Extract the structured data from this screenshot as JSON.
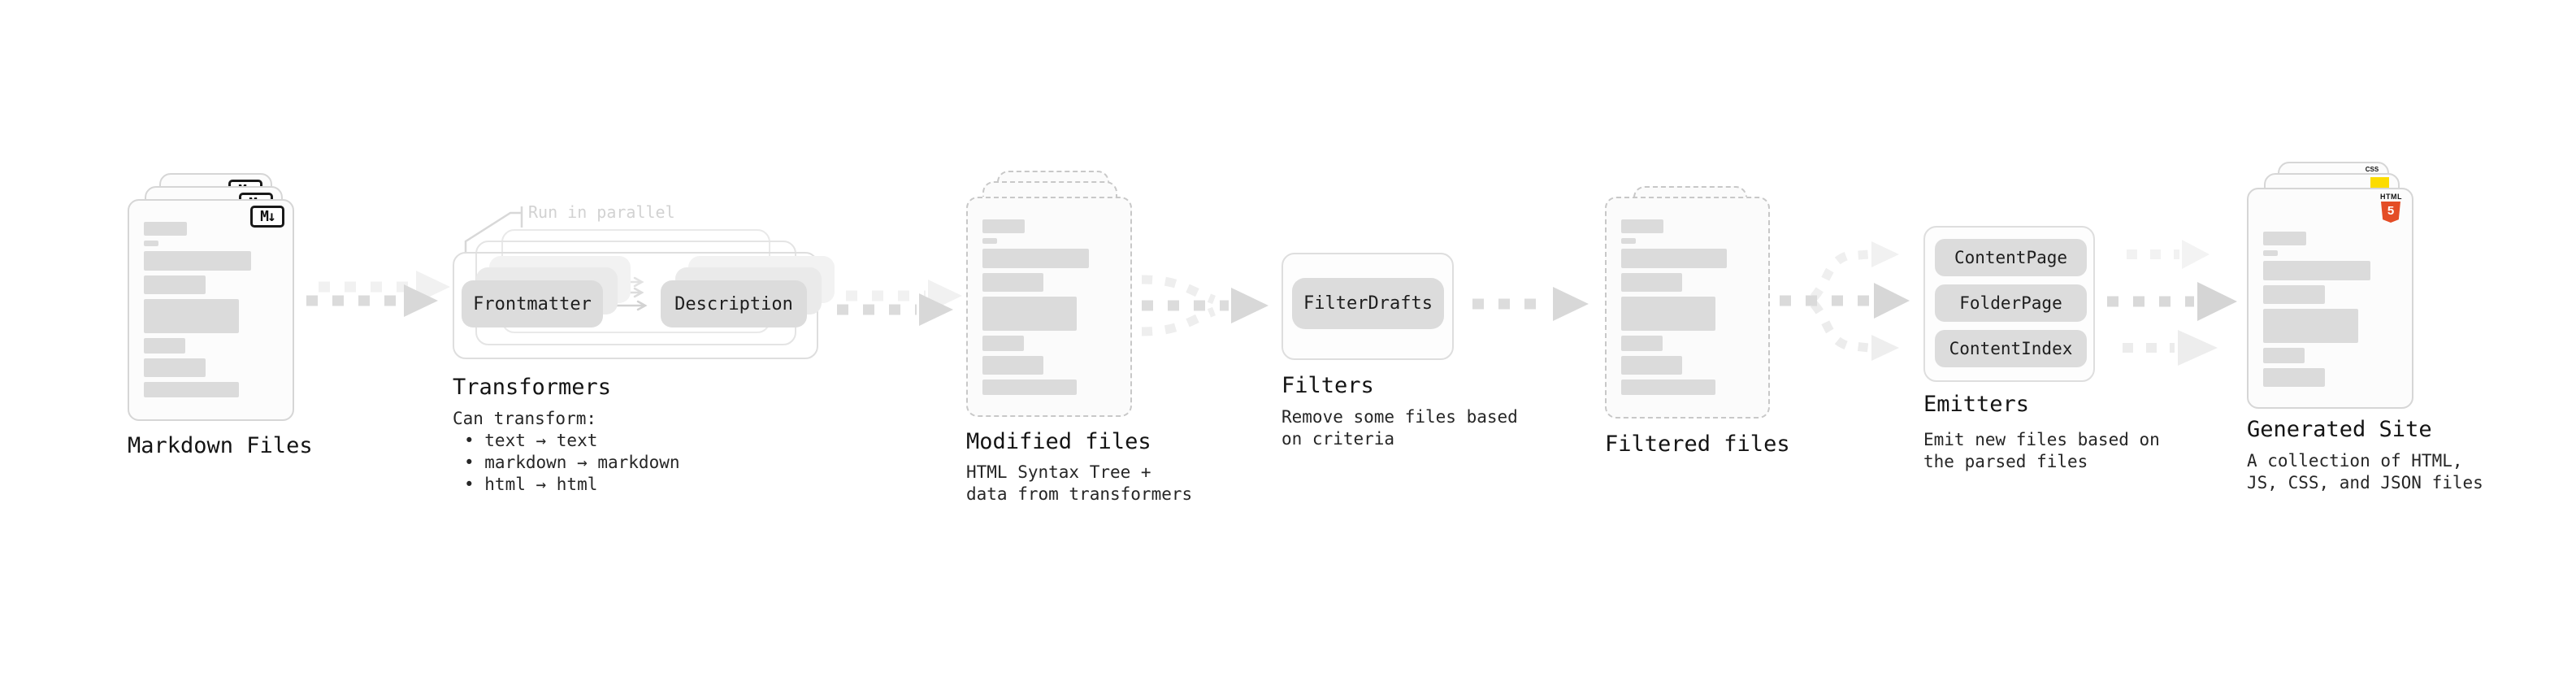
{
  "diagram": {
    "markdown_files": {
      "label": "Markdown Files",
      "file_badge": "M↓"
    },
    "transformers": {
      "label": "Transformers",
      "annotation": "Run in parallel",
      "pill_left": "Frontmatter",
      "pill_right": "Description",
      "desc_title": "Can transform:",
      "bullets": [
        "• text → text",
        "• markdown → markdown",
        "• html → html"
      ]
    },
    "modified_files": {
      "label": "Modified files",
      "desc_lines": [
        "HTML Syntax Tree +",
        "data from transformers"
      ]
    },
    "filters": {
      "label": "Filters",
      "pill": "FilterDrafts",
      "desc_lines": [
        "Remove some files based",
        "on criteria"
      ]
    },
    "filtered_files": {
      "label": "Filtered files"
    },
    "emitters": {
      "label": "Emitters",
      "pills": [
        "ContentPage",
        "FolderPage",
        "ContentIndex"
      ],
      "desc_lines": [
        "Emit new files based on",
        "the parsed files"
      ]
    },
    "generated_site": {
      "label": "Generated Site",
      "desc_lines": [
        "A collection of HTML,",
        "JS, CSS, and JSON files"
      ],
      "css_badge": "CSS",
      "html_badge_text": "HTML",
      "html_badge_number": "5"
    }
  },
  "colors": {
    "html5_orange": "#e44d26",
    "js_yellow": "#fcdc00",
    "css_blue": "#2965f1",
    "arrow_gray": "#d9d9d9",
    "annotation_gray": "#d2d2d2"
  }
}
